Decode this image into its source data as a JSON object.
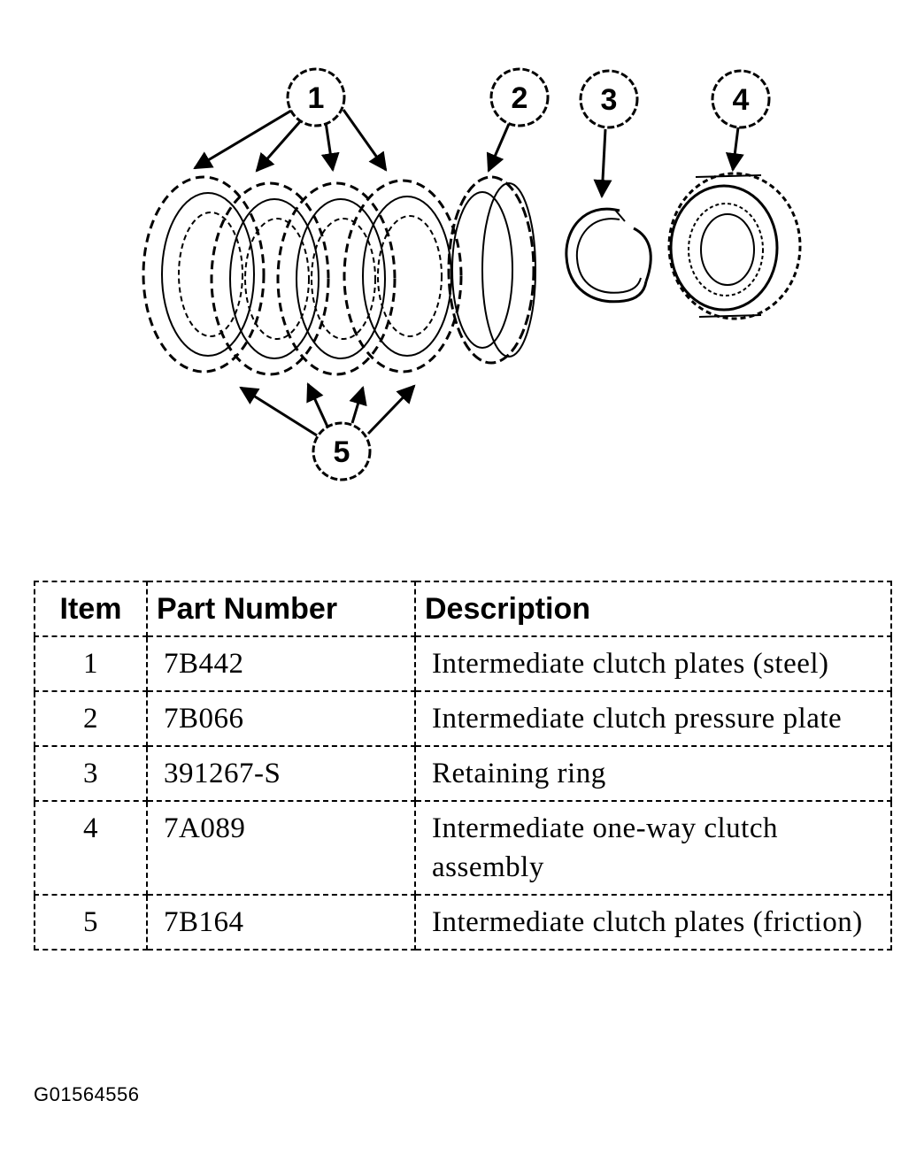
{
  "callouts": [
    "1",
    "2",
    "3",
    "4",
    "5"
  ],
  "table": {
    "headers": {
      "item": "Item",
      "part_number": "Part Number",
      "description": "Description"
    },
    "rows": [
      {
        "item": "1",
        "part_number": "7B442",
        "description": "Intermediate clutch plates (steel)"
      },
      {
        "item": "2",
        "part_number": "7B066",
        "description": "Intermediate clutch pressure plate"
      },
      {
        "item": "3",
        "part_number": "391267-S",
        "description": "Retaining ring"
      },
      {
        "item": "4",
        "part_number": "7A089",
        "description": "Intermediate one-way clutch assembly"
      },
      {
        "item": "5",
        "part_number": "7B164",
        "description": "Intermediate clutch plates (friction)"
      }
    ]
  },
  "figure_id": "G01564556"
}
